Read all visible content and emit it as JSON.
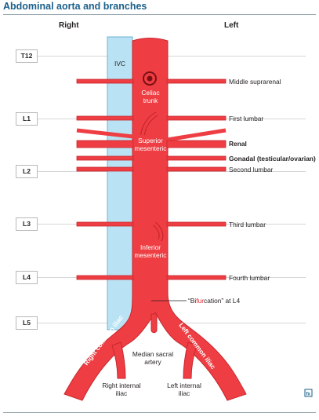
{
  "title": "Abdominal aorta and branches",
  "sides": {
    "right": "Right",
    "left": "Left"
  },
  "levels": [
    "T12",
    "L1",
    "L2",
    "L3",
    "L4",
    "L5"
  ],
  "vessel_labels": {
    "ivc": "IVC",
    "celiac": "Celiac\ntrunk",
    "superior_mesenteric": "Superior\nmesenteric",
    "inferior_mesenteric": "Inferior\nmesenteric",
    "median_sacral": "Median sacral\nartery",
    "right_common_iliac": "Right common iliac",
    "left_common_iliac": "Left common iliac",
    "right_internal_iliac": "Right internal\niliac",
    "left_internal_iliac": "Left internal\niliac"
  },
  "branch_labels": {
    "middle_suprarenal": "Middle suprarenal",
    "first_lumbar": "First lumbar",
    "renal": "Renal",
    "gonadal": "Gonadal (testicular/ovarian)",
    "second_lumbar": "Second lumbar",
    "third_lumbar": "Third lumbar",
    "fourth_lumbar": "Fourth lumbar"
  },
  "bifurcation": {
    "prefix": "“Bi",
    "highlight": "fur",
    "suffix": "cation” at L4"
  },
  "colors": {
    "artery": "#ee3e43",
    "artery_dark": "#c8262c",
    "ivc": "#b9e3f4",
    "ivc_outline": "#6fb3d4",
    "title": "#1a5f8a"
  }
}
